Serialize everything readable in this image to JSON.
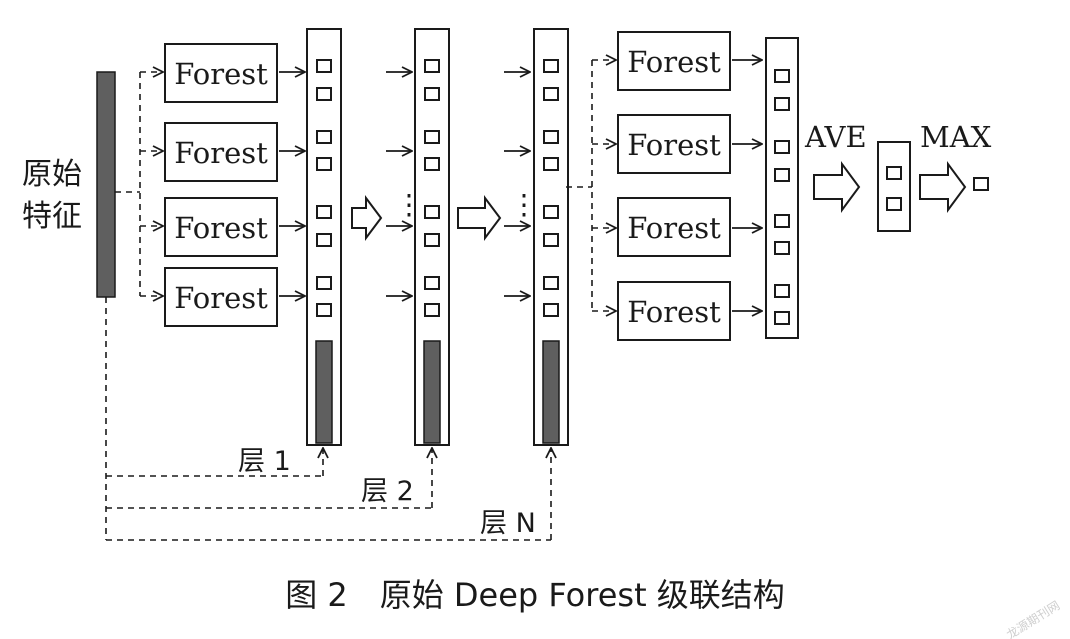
{
  "diagram": {
    "input_label_line1": "原始",
    "input_label_line2": "特征",
    "forest_label": "Forest",
    "layer1_forests": [
      "Forest",
      "Forest",
      "Forest",
      "Forest"
    ],
    "final_forests": [
      "Forest",
      "Forest",
      "Forest",
      "Forest"
    ],
    "layer_labels": [
      "层 1",
      "层 2",
      "层 N"
    ],
    "ave_label": "AVE",
    "max_label": "MAX",
    "ellipsis": "⋮"
  },
  "caption": "图 2　原始 Deep Forest 级联结构",
  "watermark": "龙源期刊网",
  "colors": {
    "bar_fill": "#5f5f5f",
    "line": "#1a1a1a",
    "background": "#ffffff"
  }
}
